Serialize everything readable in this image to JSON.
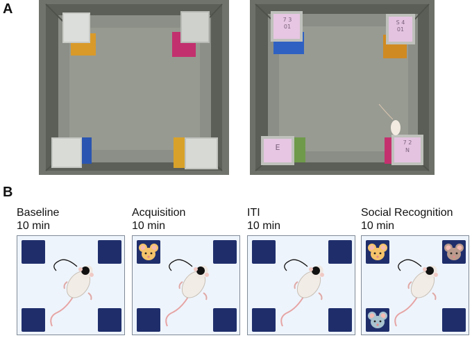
{
  "panels": {
    "a_label": "A",
    "b_label": "B"
  },
  "photos": {
    "right_cards": {
      "top_left": [
        "7 3",
        "01"
      ],
      "top_right": [
        "S 4",
        "01"
      ],
      "bottom_left": [
        "E"
      ],
      "bottom_right": [
        "7 2",
        "N"
      ]
    }
  },
  "stages": [
    {
      "name": "Baseline",
      "duration": "10 min",
      "corners": {
        "tl": "empty",
        "tr": "empty",
        "bl": "empty",
        "br": "empty"
      }
    },
    {
      "name": "Acquisition",
      "duration": "10 min",
      "corners": {
        "tl": "mouse-yellow",
        "tr": "empty",
        "bl": "empty",
        "br": "empty"
      }
    },
    {
      "name": "ITI",
      "duration": "10 min",
      "corners": {
        "tl": "empty",
        "tr": "empty",
        "bl": "empty",
        "br": "empty"
      }
    },
    {
      "name": "Social Recognition",
      "duration": "10 min",
      "corners": {
        "tl": "mouse-yellow",
        "tr": "mouse-brown",
        "bl": "mouse-blue",
        "br": "empty"
      }
    }
  ],
  "colors": {
    "box": "#1f2e6b",
    "arena_bg": "#eef4fb",
    "mouse_yellow": "#f5c46a",
    "mouse_brown": "#b99a8c",
    "mouse_blue": "#a9c3cf"
  }
}
